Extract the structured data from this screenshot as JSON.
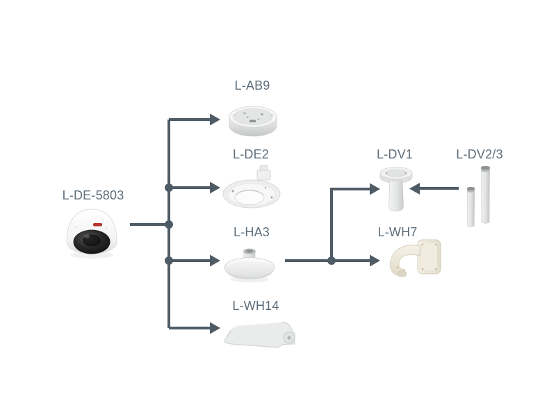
{
  "diagram": {
    "description_hint": "camera accessory compatibility diagram",
    "nodes": {
      "camera": {
        "label": "L-DE-5803"
      },
      "ab9": {
        "label": "L-AB9"
      },
      "de2": {
        "label": "L-DE2"
      },
      "ha3": {
        "label": "L-HA3"
      },
      "wh14": {
        "label": "L-WH14"
      },
      "dv1": {
        "label": "L-DV1"
      },
      "dv23": {
        "label": "L-DV2/3"
      },
      "wh7": {
        "label": "L-WH7"
      }
    },
    "edges": [
      {
        "from": "L-DE-5803",
        "to": "L-AB9"
      },
      {
        "from": "L-DE-5803",
        "to": "L-DE2"
      },
      {
        "from": "L-DE-5803",
        "to": "L-HA3"
      },
      {
        "from": "L-DE-5803",
        "to": "L-WH14"
      },
      {
        "from": "L-HA3",
        "to": "L-DV1"
      },
      {
        "from": "L-HA3",
        "to": "L-WH7"
      },
      {
        "from": "L-DV2/3",
        "to": "L-DV1"
      }
    ],
    "colors": {
      "connector": "#4f5b65",
      "label_text": "#5e6d79",
      "background": "#ffffff",
      "product_body": "#eceeed",
      "camera_dome_dark": "#1c1c1c",
      "wh7_cream": "#efe9db",
      "camera_logo_red": "#b5342c"
    }
  }
}
